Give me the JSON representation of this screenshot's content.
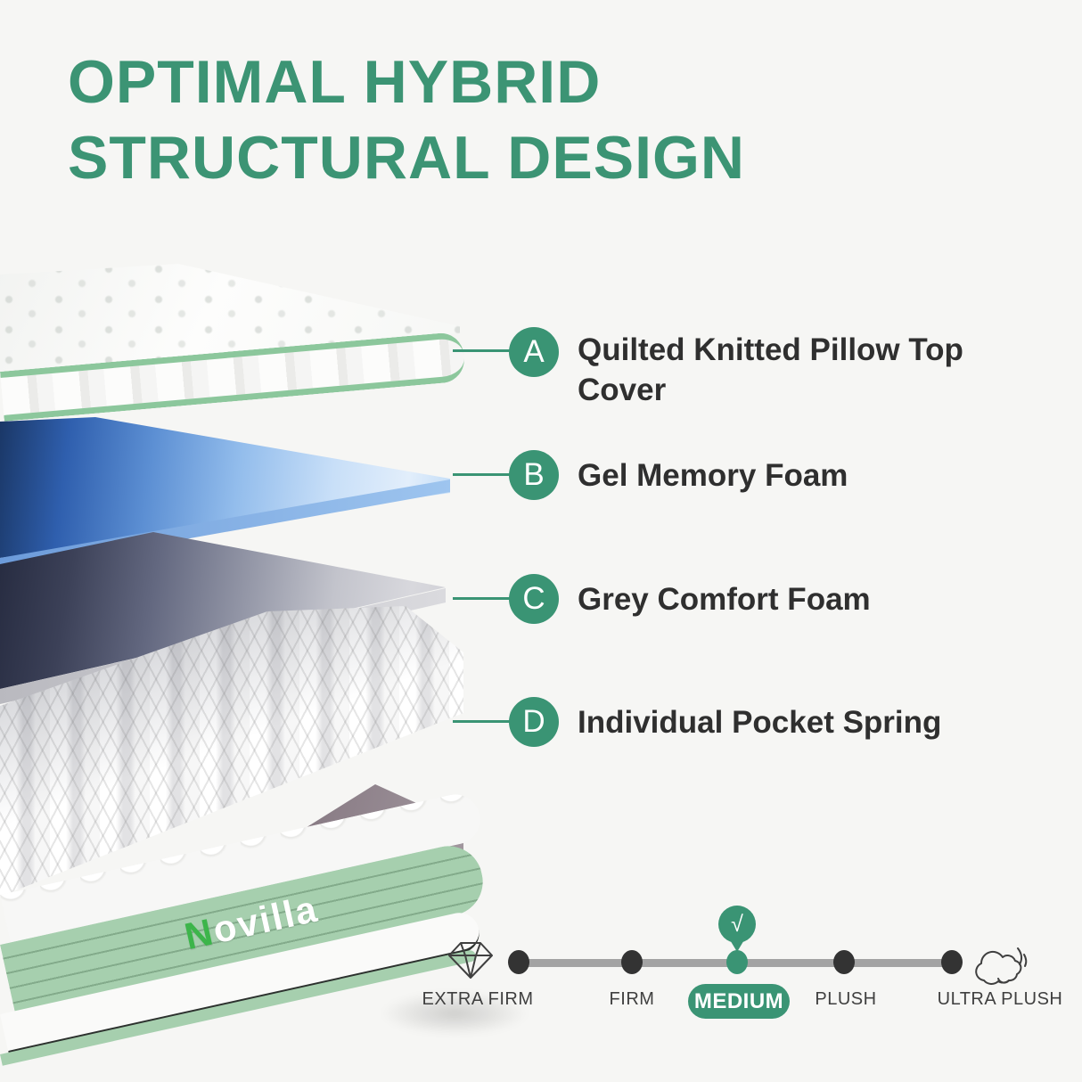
{
  "title": {
    "line1": "OPTIMAL HYBRID",
    "line2": "STRUCTURAL DESIGN"
  },
  "colors": {
    "accent_green": "#3c9474",
    "pale_green_piping": "#8cc79c",
    "base_band_green": "#a6cfae",
    "brand_green": "#3cb54a",
    "text_dark": "#2f2f2f",
    "scale_label_gray": "#3f3f3f",
    "track_gray": "#a3a3a3",
    "background": "#f6f6f4"
  },
  "layers": [
    {
      "key": "A",
      "label": "Quilted Knitted Pillow Top Cover"
    },
    {
      "key": "B",
      "label": "Gel Memory Foam"
    },
    {
      "key": "C",
      "label": "Grey Comfort Foam"
    },
    {
      "key": "D",
      "label": "Individual Pocket Spring"
    }
  ],
  "mattress": {
    "brand": "Novilla",
    "brand_initial": "N",
    "brand_rest": "ovilla"
  },
  "firmness_scale": {
    "selected": "MEDIUM",
    "selected_marker": "√",
    "left_icon": "diamond-icon",
    "right_icon": "cloud-icon",
    "levels": [
      {
        "label": "EXTRA FIRM"
      },
      {
        "label": "FIRM"
      },
      {
        "label": "MEDIUM"
      },
      {
        "label": "PLUSH"
      },
      {
        "label": "ULTRA PLUSH"
      }
    ]
  }
}
